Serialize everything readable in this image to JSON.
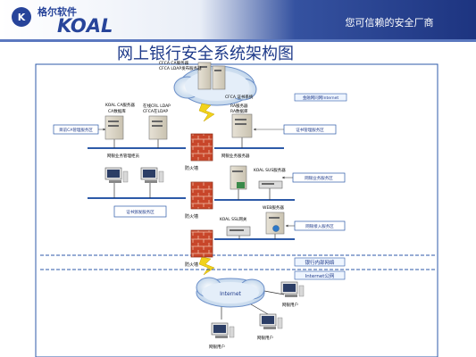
{
  "header": {
    "company_name": "格尔软件",
    "logo_text": "KOAL",
    "slogan": "您可信赖的安全厂商"
  },
  "title": "网上银行安全系统架构图",
  "cloud_top": {
    "server1": "CFCA CA服务器",
    "server2": "CFCA LDAP发布服务器",
    "cert_label": "CFCA 证书系统"
  },
  "zones": {
    "financial_net": "金融网同网Internet",
    "bank_intranet": "银行内部网络",
    "internet_zone": "Internet公网"
  },
  "servers": {
    "koal_ca": "KOAL CA服务器",
    "ca_db": "CA数据库",
    "ldap_publish": "在线CRL LDAP",
    "cfca_ldap": "CFCA在LDAP",
    "ra_server": "RA服务器",
    "ra_db": "RA数据库",
    "koal_sus": "KOAL SUS服务器",
    "web_server": "WEB服务器",
    "koal_ssl": "KOAL SSL网关"
  },
  "service_areas": {
    "ca_mgmt": "目前CA管理服务区",
    "cert_mgmt": "证书管理服务区",
    "online_service": "网银业务服务区",
    "cert_dist": "证书颁发服务区",
    "access_service": "网银接入服务区"
  },
  "segments": {
    "mgmt_segment": "网银业务管理柜员",
    "service_segment": "网银业务服务器",
    "firewall": "防火墙"
  },
  "internet": {
    "cloud_label": "Internet",
    "user": "网银用户"
  }
}
